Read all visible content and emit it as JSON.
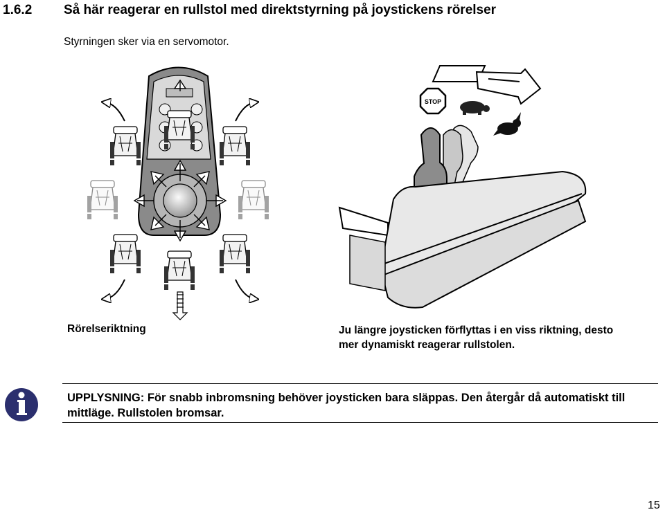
{
  "section": {
    "number": "1.6.2",
    "title": "Så här reagerar en rullstol med direktstyrning på joystickens rörelser"
  },
  "intro": "Styrningen sker via en servomotor.",
  "figure_left": {
    "caption": "Rörelseriktning"
  },
  "figure_right": {
    "caption": "Ju längre joysticken förflyttas i en viss riktning, desto mer dynamiskt reagerar rullstolen.",
    "stop_sign": "STOP"
  },
  "notice": {
    "icon": "info-icon",
    "text": "UPPLYSNING: För snabb inbromsning behöver joysticken bara släppas. Den återgår då automatiskt till mittläge. Rullstolen bromsar."
  },
  "page_number": "15",
  "colors": {
    "text": "#000000",
    "info_icon": "#2b2f6e",
    "figure_gray": "#8a8a8a"
  }
}
